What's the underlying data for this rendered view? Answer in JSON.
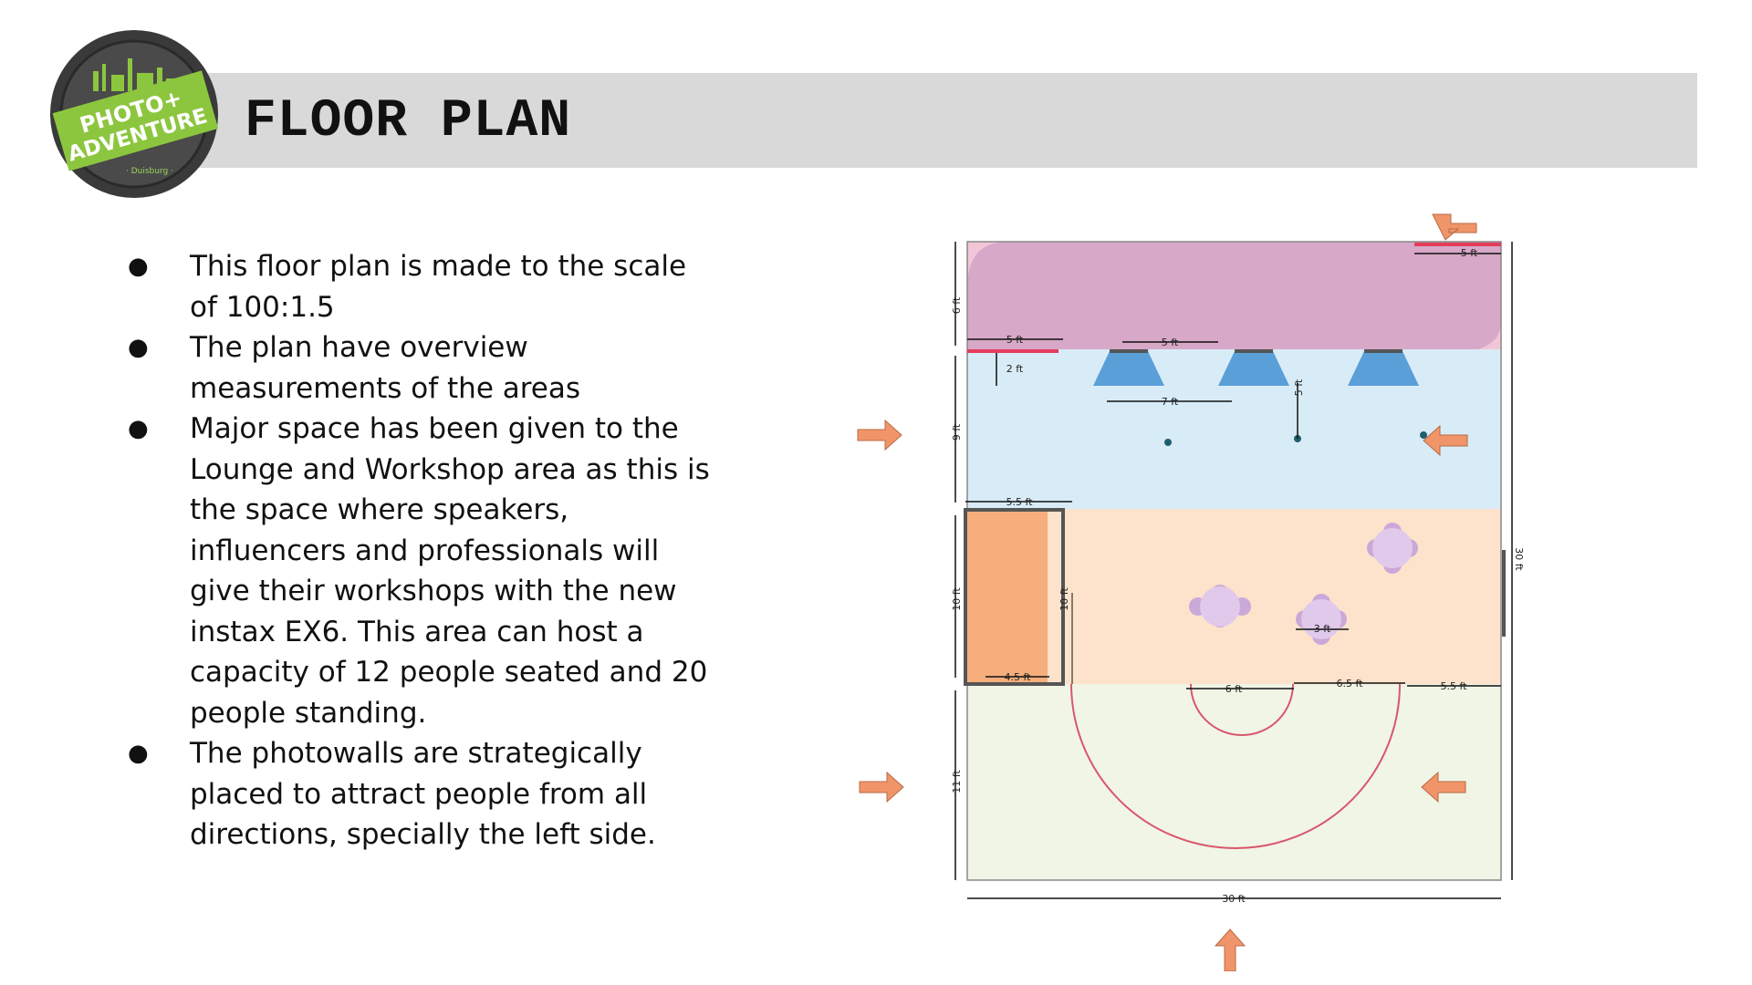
{
  "header": {
    "title": "FLOOR PLAN",
    "logo": {
      "line1": "PHOTO+",
      "line2": "ADVENTURE",
      "city": "· Duisburg ·"
    }
  },
  "bullets": [
    "This floor plan is made to the scale of 100:1.5",
    "The plan have overview measurements of the areas",
    "Major space has been given to the Lounge and Workshop area as this is the space where speakers, influencers and professionals will give their workshops with the new instax EX6. This area can host a capacity of 12 people seated and 20 people standing.",
    "The photowalls are strategically placed to attract people from all directions, specially the left side."
  ],
  "plan": {
    "dims": {
      "top_right": "5 ft",
      "left_6": "6 ft",
      "left_9": "9 ft",
      "left_10": "10 ft",
      "left_11": "11 ft",
      "right_30": "30 ft",
      "bottom_30": "30 ft",
      "wall_5": "5 ft",
      "wall_2": "2 ft",
      "table_5": "5 ft",
      "table_7": "7 ft",
      "vert_5": "5 ft",
      "stage_5_5": "5.5 ft",
      "stage_10": "10 ft",
      "stage_4_5": "4.5 ft",
      "chairs_3": "3 ft",
      "arc_6": "6 ft",
      "arc_6_5": "6.5 ft",
      "right_5_5": "5.5 ft"
    },
    "colors": {
      "zone_top": "#d8a8c8",
      "zone_blue": "#d8ecf8",
      "zone_peach": "#fde2cc",
      "zone_green": "#f1f5e6",
      "stage": "#f5ae7c",
      "tables": "#5a9fd8",
      "seats": "#caa8d8",
      "arrows": "#f0956a",
      "wall_red": "#e53c5c"
    }
  }
}
